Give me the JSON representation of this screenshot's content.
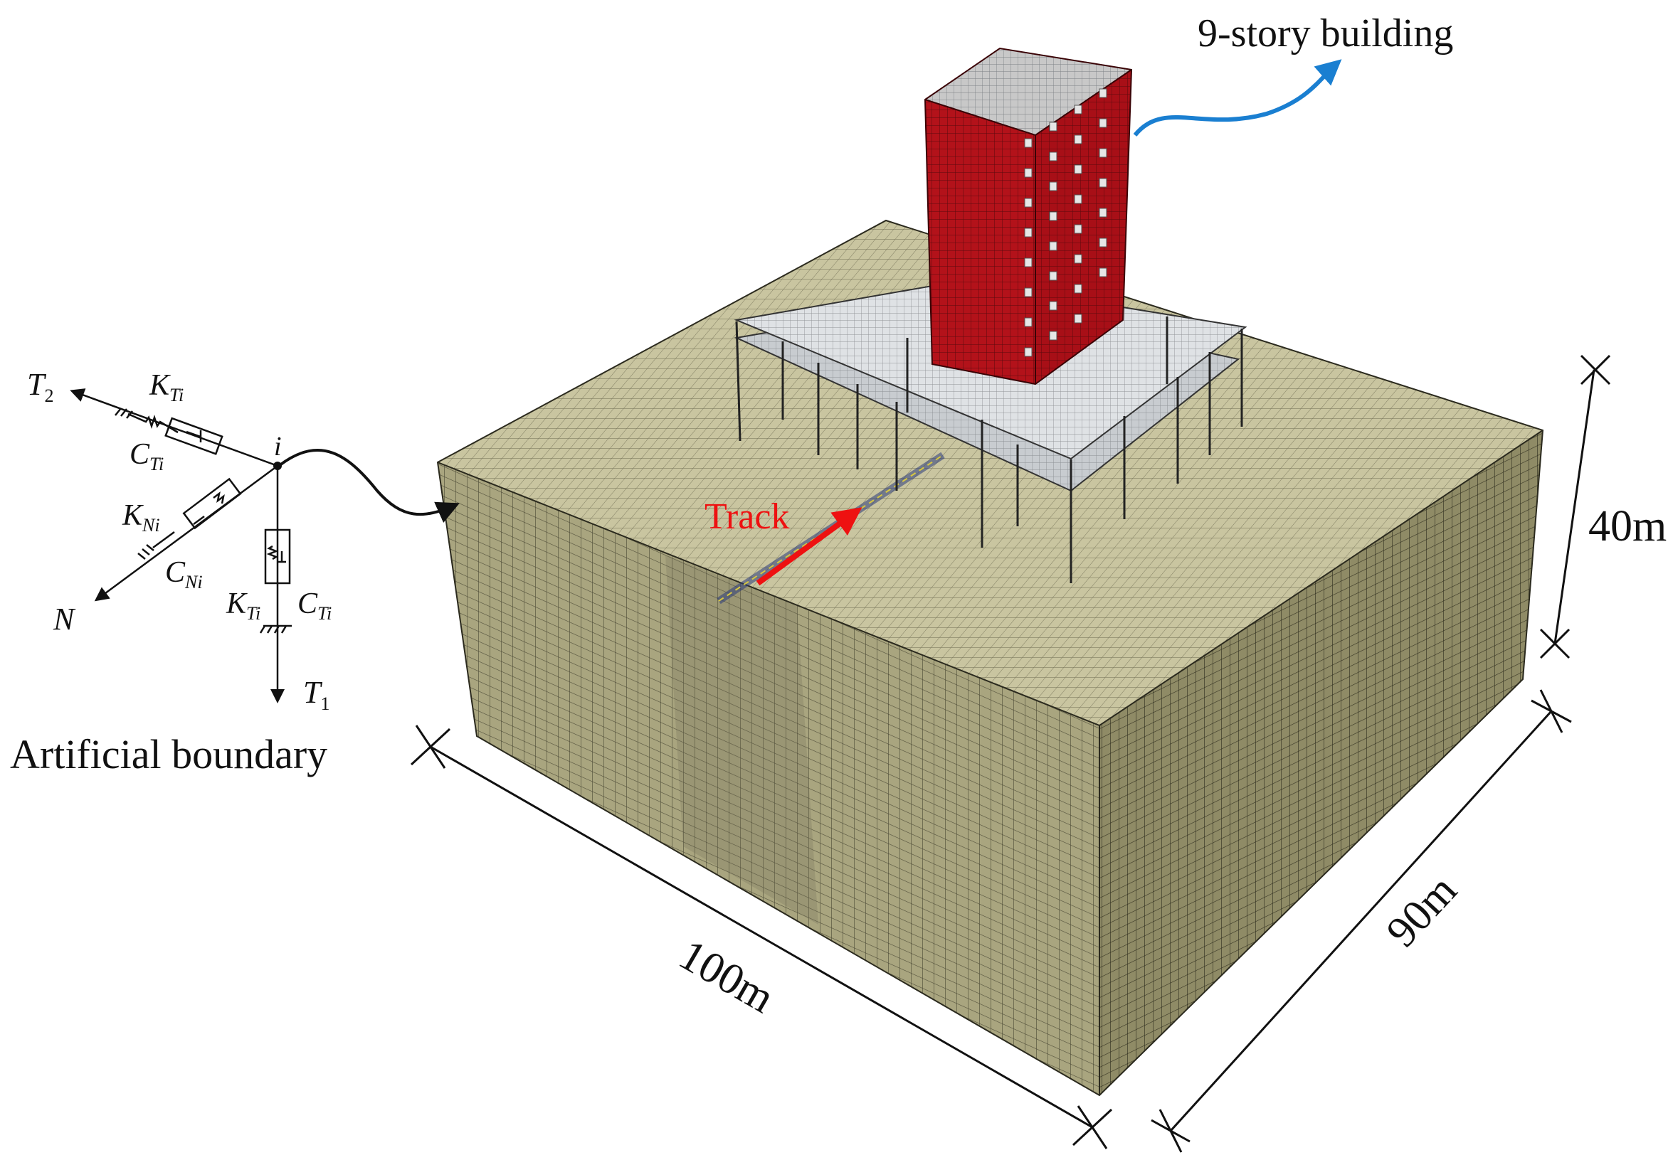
{
  "labels": {
    "building": "9-story building",
    "track": "Track",
    "boundary": "Artificial boundary",
    "dim_length": "100m",
    "dim_width": "90m",
    "dim_depth": "40m"
  },
  "boundary_model": {
    "node": "i",
    "t2_axis": {
      "main": "T",
      "sub": "2"
    },
    "t1_axis": {
      "main": "T",
      "sub": "1"
    },
    "n_axis": "N",
    "k_t_upper": {
      "main": "K",
      "sub": "Ti"
    },
    "c_t_upper": {
      "main": "C",
      "sub": "Ti"
    },
    "k_n": {
      "main": "K",
      "sub": "Ni"
    },
    "c_n": {
      "main": "C",
      "sub": "Ni"
    },
    "k_t_lower": {
      "main": "K",
      "sub": "Ti"
    },
    "c_t_lower": {
      "main": "C",
      "sub": "Ti"
    }
  },
  "colors": {
    "soil_top": "#c9c5a0",
    "soil_front": "#a9a57f",
    "soil_right": "#8f8b66",
    "mesh_line": "#2b2a1e",
    "building_red": "#b3121a",
    "building_top": "#c8c8c8",
    "platform": "#cfd3d6",
    "arrow_blue": "#1a7fd1",
    "track_red": "#ee1111"
  }
}
